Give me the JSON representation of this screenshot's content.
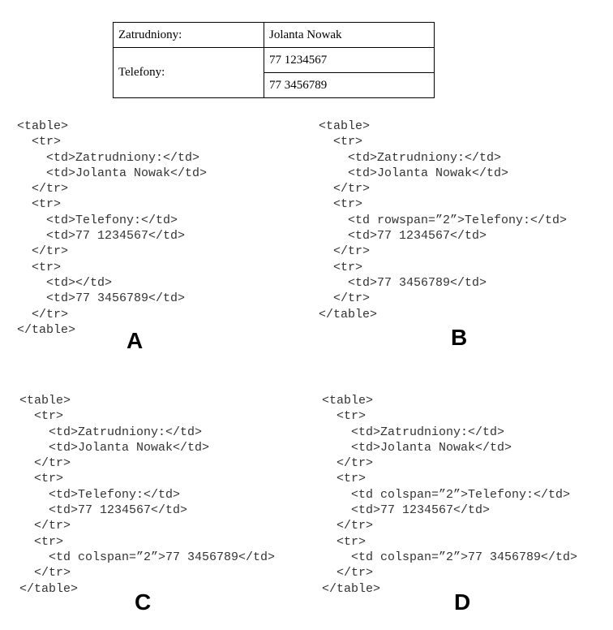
{
  "sample_table": {
    "rows": [
      [
        "Zatrudniony:",
        "Jolanta Nowak"
      ],
      [
        "Telefony:",
        "77 1234567"
      ],
      [
        "77 3456789"
      ]
    ]
  },
  "options": [
    {
      "letter": "A",
      "code": [
        "<table>",
        "  <tr>",
        "    <td>Zatrudniony:</td>",
        "    <td>Jolanta Nowak</td>",
        "  </tr>",
        "  <tr>",
        "    <td>Telefony:</td>",
        "    <td>77 1234567</td>",
        "  </tr>",
        "  <tr>",
        "    <td></td>",
        "    <td>77 3456789</td>",
        "  </tr>",
        "</table>"
      ]
    },
    {
      "letter": "B",
      "code": [
        "<table>",
        "  <tr>",
        "    <td>Zatrudniony:</td>",
        "    <td>Jolanta Nowak</td>",
        "  </tr>",
        "  <tr>",
        "    <td rowspan=”2”>Telefony:</td>",
        "    <td>77 1234567</td>",
        "  </tr>",
        "  <tr>",
        "    <td>77 3456789</td>",
        "  </tr>",
        "</table>"
      ]
    },
    {
      "letter": "C",
      "code": [
        "<table>",
        "  <tr>",
        "    <td>Zatrudniony:</td>",
        "    <td>Jolanta Nowak</td>",
        "  </tr>",
        "  <tr>",
        "    <td>Telefony:</td>",
        "    <td>77 1234567</td>",
        "  </tr>",
        "  <tr>",
        "    <td colspan=”2”>77 3456789</td>",
        "  </tr>",
        "</table>"
      ]
    },
    {
      "letter": "D",
      "code": [
        "<table>",
        "  <tr>",
        "    <td>Zatrudniony:</td>",
        "    <td>Jolanta Nowak</td>",
        "  </tr>",
        "  <tr>",
        "    <td colspan=”2”>Telefony:</td>",
        "    <td>77 1234567</td>",
        "  </tr>",
        "  <tr>",
        "    <td colspan=”2”>77 3456789</td>",
        "  </tr>",
        "</table>"
      ]
    }
  ]
}
